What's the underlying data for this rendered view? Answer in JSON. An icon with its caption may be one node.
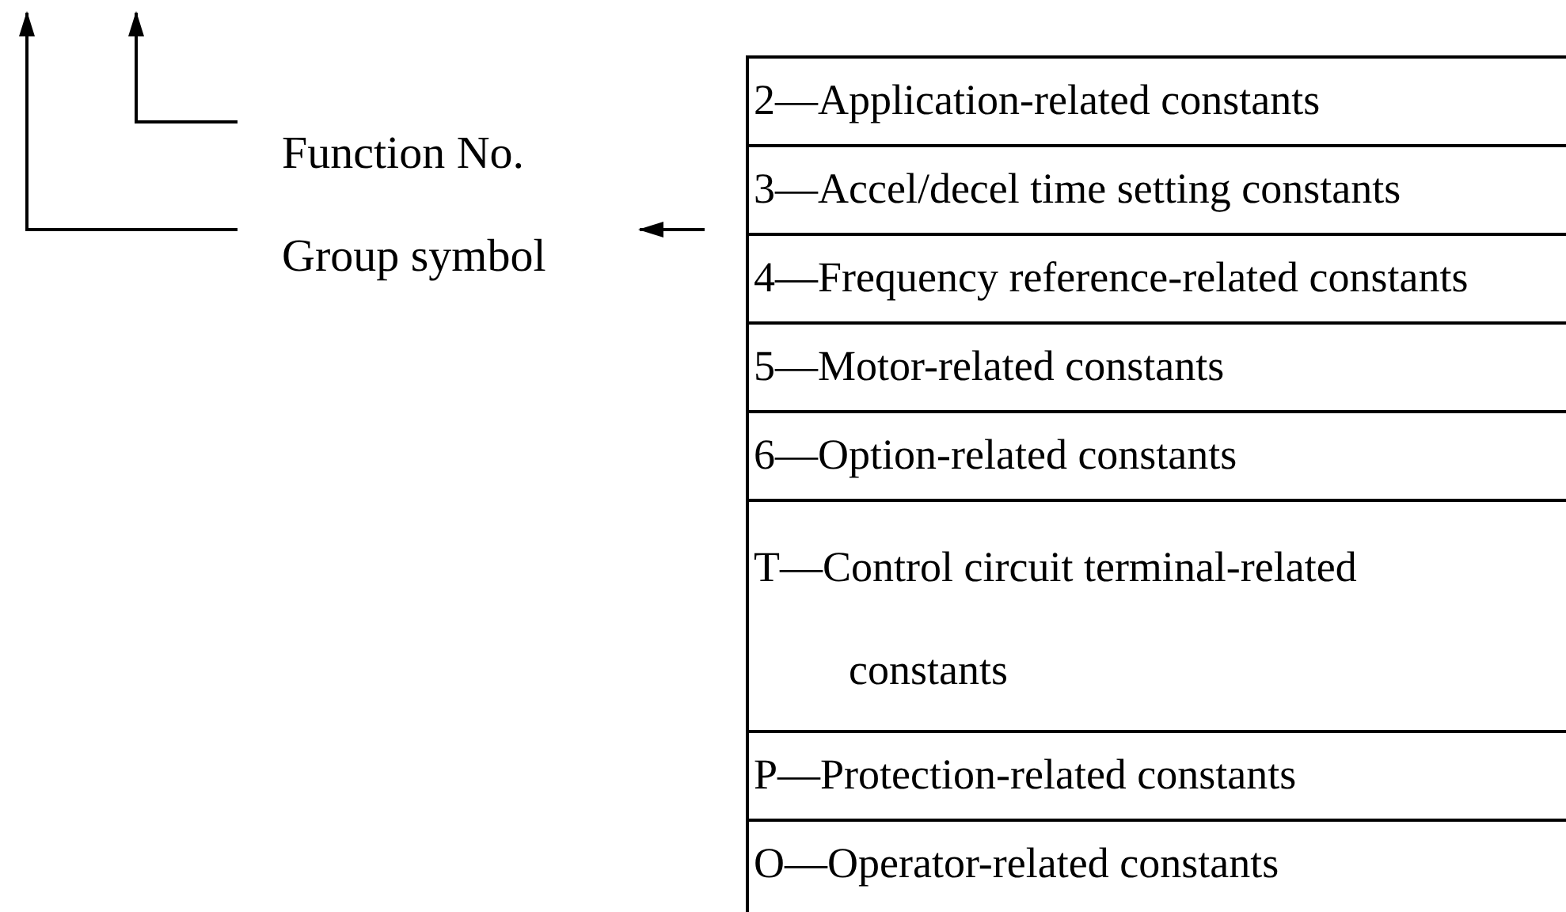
{
  "diagram": {
    "nodes": [
      {
        "text": [
          "Function No."
        ]
      },
      {
        "text": [
          "Group symbol"
        ]
      },
      {
        "text": [],
        "shape": "box"
      },
      {
        "text": [
          "2—Application-related constants"
        ],
        "in": 2
      },
      {
        "text": [
          "3—Accel/decel time setting constants"
        ],
        "in": 2
      },
      {
        "text": [
          "4—Frequency reference-related constants"
        ],
        "in": 2
      },
      {
        "text": [
          "5—Motor-related constants"
        ],
        "in": 2
      },
      {
        "text": [
          "6—Option-related constants"
        ],
        "in": 2
      },
      {
        "text": [
          "T—Control circuit terminal-related constants"
        ],
        "in": 2
      },
      {
        "text": [
          "P—Protection-related constants"
        ],
        "in": 2
      },
      {
        "text": [
          "O—Operator-related constants"
        ],
        "in": 2
      }
    ],
    "edges": [
      {
        "from": 0,
        "to": null,
        "arrow": "to"
      },
      {
        "from": 1,
        "to": null,
        "arrow": "to"
      },
      {
        "from": 2,
        "to": 1,
        "arrow": "to"
      }
    ]
  }
}
